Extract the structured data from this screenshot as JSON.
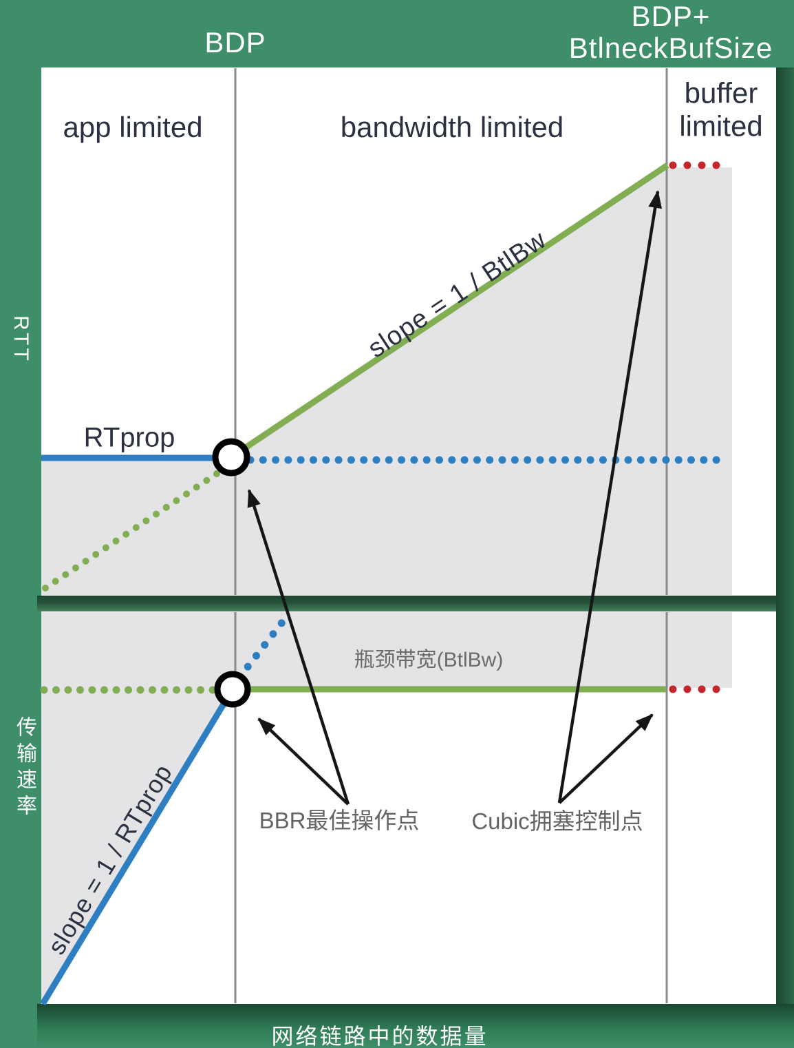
{
  "header": {
    "bdp": "BDP",
    "bdp_plus_line1": "BDP+",
    "bdp_plus_line2": "BtlneckBufSize"
  },
  "axes": {
    "y_top": "RTT",
    "y_bottom": "传输速率",
    "x": "网络链路中的数据量"
  },
  "top_panel": {
    "regions": [
      "app limited",
      "bandwidth limited",
      "buffer limited"
    ],
    "rtprop_label": "RTprop",
    "slope_label": "slope = 1 / BtlBw"
  },
  "bottom_panel": {
    "btlbw_label": "瓶颈带宽(BtlBw)",
    "slope_label": "slope = 1 / RTprop"
  },
  "annotations": {
    "bbr": "BBR最佳操作点",
    "cubic": "Cubic拥塞控制点"
  },
  "colors": {
    "background_green": "#3e8f69",
    "shadow_green": "#1c4631",
    "panel_white": "#ffffff",
    "shade_gray": "#e4e4e6",
    "line_blue": "#2e7fc2",
    "line_green": "#81ae52",
    "dots_red": "#c4262c",
    "guide_gray": "#8a8a8a",
    "region_text": "#2b3140",
    "annotation_text": "#646464",
    "circle_black": "#000000"
  }
}
